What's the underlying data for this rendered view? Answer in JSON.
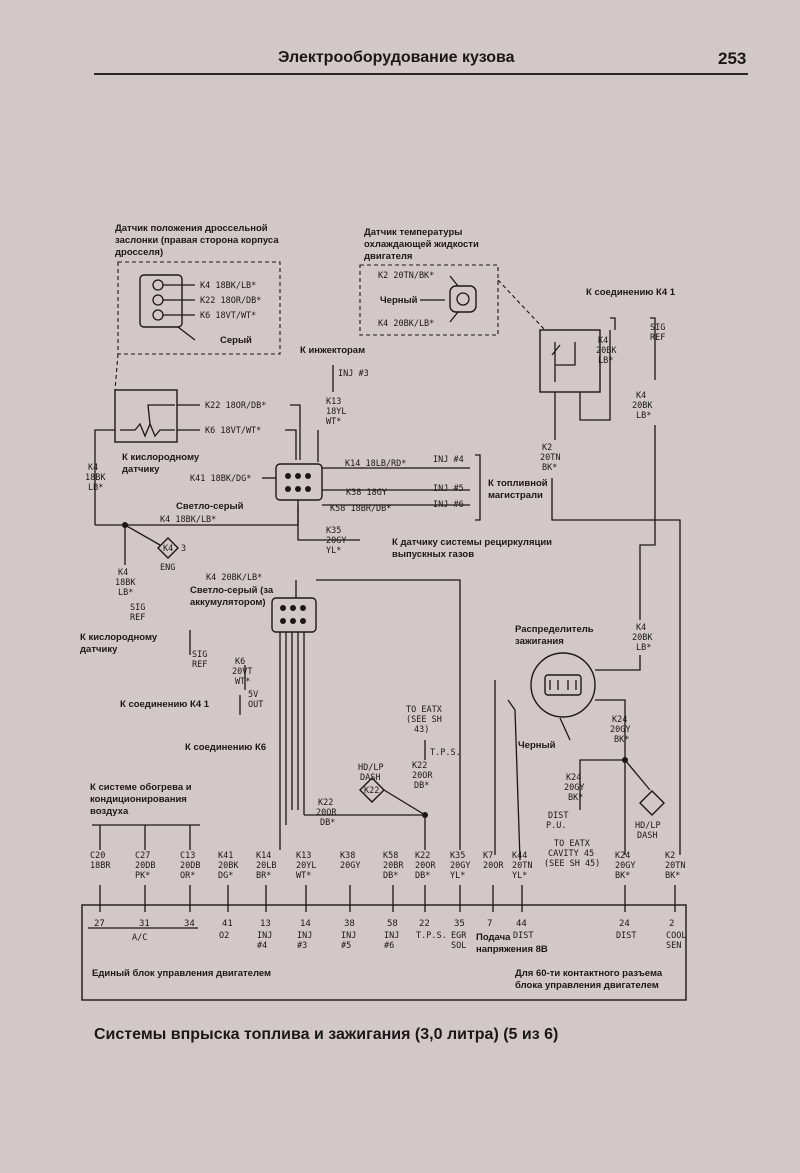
{
  "header": {
    "title": "Электрооборудование кузова",
    "page_number": "253"
  },
  "caption": "Системы впрыска топлива и зажигания (3,0 литра) (5 из 6)",
  "labels": {
    "tps_sensor": [
      "Датчик положения дроссельной",
      "заслонки (правая сторона корпуса",
      "дросселя)"
    ],
    "coolant_sensor": [
      "Датчик температуры",
      "охлаждающей жидкости",
      "двигателя"
    ],
    "gray": "Серый",
    "black1": "Черный",
    "to_k4_1_top": "К соединению К4 1",
    "to_injectors": "К инжекторам",
    "to_o2_top": [
      "К кислородному",
      "датчику"
    ],
    "light_gray": "Светло-серый",
    "fuel_rail": [
      "К топливной",
      "магистрали"
    ],
    "egr": [
      "К датчику системы рециркуляции",
      "выпускных газов"
    ],
    "light_gray_battery": [
      "Светло-серый (за",
      "аккумулятором)"
    ],
    "to_o2_bottom": [
      "К кислородному",
      "датчику"
    ],
    "to_k4_1_mid": "К соединению К4 1",
    "to_k6": "К соединению К6",
    "distributor": [
      "Распределитель",
      "зажигания"
    ],
    "black2": "Черный",
    "hvac": [
      "К системе обогрева и",
      "кондиционирования",
      "воздуха"
    ],
    "pcm": "Единый блок управления двигателем",
    "supply": [
      "Подача",
      "напряжения 8В"
    ],
    "connector60": [
      "Для 60-ти контактного разъема",
      "блока управления двигателем"
    ]
  },
  "codes": {
    "k4_lb": "K4 18BK/LB*",
    "k22_db": "K22 18OR/DB*",
    "k6_wt": "K6 18VT/WT*",
    "k2_coolant": "K2 20TN/BK*",
    "k4_coolant": "K4 20BK/LB*",
    "inj3": "INJ #3",
    "k13": [
      "K13",
      "18YL",
      "WT*"
    ],
    "k22_tps": "K22 18OR/DB*",
    "k6_tps": "K6 18VT/WT*",
    "k14": "K14 18LB/RD*",
    "inj4": "INJ #4",
    "k41": "K41 18BK/DG*",
    "k38": "K38 18GY",
    "inj5": "INJ #5",
    "k58": "K58 18BR/DB*",
    "inj6": "INJ #6",
    "k4_left": [
      "K4",
      "18BK",
      "LB*"
    ],
    "k4_bus": "K4 18BK/LB*",
    "k4_eng": "K4",
    "eng_num": "3",
    "eng": "ENG",
    "k35": [
      "K35",
      "20GY",
      "YL*"
    ],
    "k4_18bk": [
      "K4",
      "18BK",
      "LB*"
    ],
    "sig_ref_1": [
      "SIG",
      "REF"
    ],
    "k4_20bk_lb": "K4 20BK/LB*",
    "sig_ref_2": [
      "SIG",
      "REF"
    ],
    "k6_20vt": [
      "K6",
      "20VT",
      "WT*"
    ],
    "sv_out": [
      "5V",
      "OUT"
    ],
    "k4_top": [
      "K4",
      "20BK",
      "LB*"
    ],
    "sig_ref_top": [
      "SIG",
      "REF"
    ],
    "k4_right": [
      "K4",
      "20BK",
      "LB*"
    ],
    "k2_top": [
      "K2",
      "20TN",
      "BK*"
    ],
    "k4_dist": [
      "K4",
      "20BK",
      "LB*"
    ],
    "to_eatx": [
      "TO EATX",
      "(SEE SH",
      "43)"
    ],
    "tps": "T.P.S.",
    "hd_lp_dash1": [
      "HD/LP",
      "DASH"
    ],
    "k22_mid": [
      "K22",
      "20OR",
      "DB*"
    ],
    "k22_left": [
      "K22",
      "20OR",
      "DB*"
    ],
    "k24_a": [
      "K24",
      "20GY",
      "BK*"
    ],
    "k24_b": [
      "K24",
      "20GY",
      "BK*"
    ],
    "dist_pu": [
      "DIST",
      "P.U."
    ],
    "to_eatx2": [
      "TO EATX",
      "CAVITY 45",
      "(SEE SH 45)"
    ],
    "hd_lp_dash2": [
      "HD/LP",
      "DASH"
    ]
  },
  "bottom_wires": [
    {
      "code": [
        "C20",
        "18BR"
      ],
      "pin": "27",
      "func": []
    },
    {
      "code": [
        "C27",
        "20DB",
        "PK*"
      ],
      "pin": "31",
      "func": []
    },
    {
      "code": [
        "C13",
        "20DB",
        "OR*"
      ],
      "pin": "34",
      "func": []
    },
    {
      "code": [
        "K41",
        "20BK",
        "DG*"
      ],
      "pin": "41",
      "func": [
        "O2"
      ]
    },
    {
      "code": [
        "K14",
        "20LB",
        "BR*"
      ],
      "pin": "13",
      "func": [
        "INJ",
        "#4"
      ]
    },
    {
      "code": [
        "K13",
        "20YL",
        "WT*"
      ],
      "pin": "14",
      "func": [
        "INJ",
        "#3"
      ]
    },
    {
      "code": [
        "K38",
        "20GY"
      ],
      "pin": "38",
      "func": [
        "INJ",
        "#5"
      ]
    },
    {
      "code": [
        "K58",
        "20BR",
        "DB*"
      ],
      "pin": "58",
      "func": [
        "INJ",
        "#6"
      ]
    },
    {
      "code": [
        "K22",
        "20OR",
        "DB*"
      ],
      "pin": "22",
      "func": [
        "T.P.S."
      ]
    },
    {
      "code": [
        "K35",
        "20GY",
        "YL*"
      ],
      "pin": "35",
      "func": [
        "EGR",
        "SOL"
      ]
    },
    {
      "code": [
        "K7",
        "20OR"
      ],
      "pin": "7",
      "func": []
    },
    {
      "code": [
        "K44",
        "20TN",
        "YL*"
      ],
      "pin": "44",
      "func": [
        "DIST"
      ]
    },
    {
      "code": [
        "K24",
        "20GY",
        "BK*"
      ],
      "pin": "24",
      "func": [
        "DIST"
      ]
    },
    {
      "code": [
        "K2",
        "20TN",
        "BK*"
      ],
      "pin": "2",
      "func": [
        "COOL",
        "SEN"
      ]
    }
  ],
  "ac_label": "A/C"
}
